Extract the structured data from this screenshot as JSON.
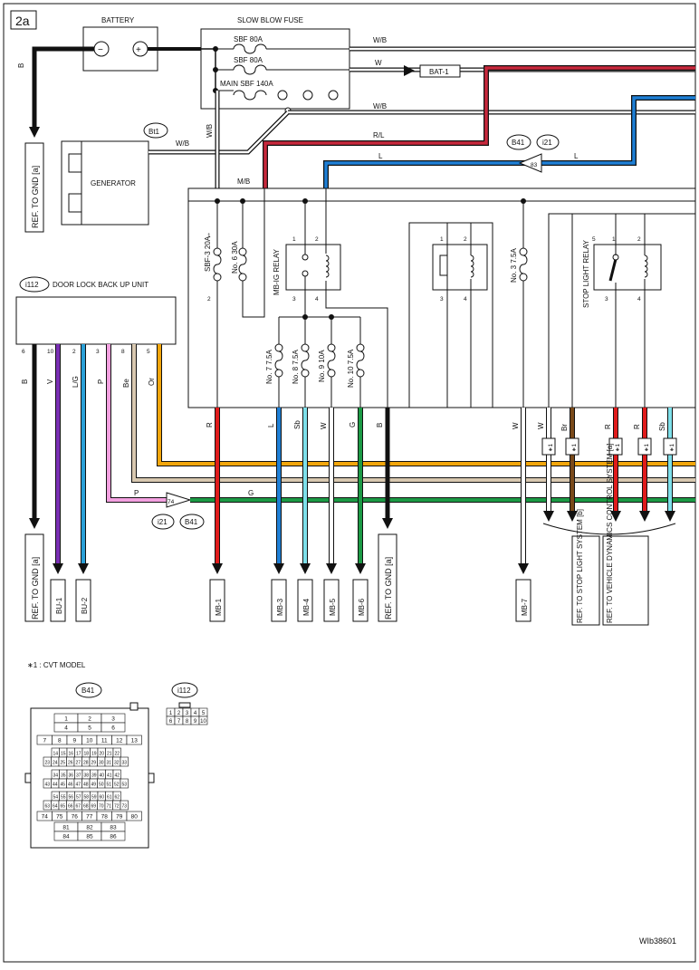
{
  "sheet": {
    "page_id": "2a",
    "drawing_no": "WIb38601",
    "note": "∗1  : CVT MODEL"
  },
  "colors": {
    "W": "#ffffff",
    "W/B": "#ffffff",
    "B": "#111111",
    "R": "#e01b1b",
    "R/L": "#c8283c",
    "L": "#1e7fd6",
    "M/B": "#7a1f1f",
    "V": "#7a2fb5",
    "L/G": "#2aa0d8",
    "P": "#f3a0e0",
    "Be": "#d8c8b0",
    "Or": "#f2a60c",
    "Sb": "#7ee0ea",
    "G": "#1c9a45",
    "Br": "#7a4a1a"
  },
  "components": {
    "battery": {
      "label": "BATTERY",
      "neg": "−",
      "pos": "+"
    },
    "slow_blow_fuse": {
      "label": "SLOW BLOW FUSE",
      "fuses": [
        "SBF  80A",
        "SBF  80A",
        "MAIN SBF  140A"
      ]
    },
    "generator": {
      "label": "GENERATOR"
    },
    "door_lock_unit": {
      "label": "DOOR LOCK BACK UP UNIT",
      "connector": "i112"
    },
    "relays": {
      "mb_ig": "MB-IG RELAY",
      "stop_light": "STOP LIGHT RELAY"
    },
    "fuses": [
      "SBF-3  20A",
      "No. 6  30A",
      "No. 7  7.5A",
      "No. 8  7.5A",
      "No. 9  10A",
      "No. 10  7.5A",
      "No. 3  7.5A"
    ]
  },
  "connectors": {
    "bt1": "Bt1",
    "b41": "B41",
    "i21": "i21",
    "i112": "i112",
    "pin83": "83",
    "pin74": "74",
    "bat1": "BAT-1"
  },
  "wires": {
    "wb": "W/B",
    "w": "W",
    "rl": "R/L",
    "l": "L",
    "mb": "M/B",
    "b": "B",
    "p": "P",
    "g": "G",
    "v": "V",
    "lg": "L/G",
    "be": "Be",
    "or": "Or",
    "r": "R",
    "sb": "Sb",
    "br": "Br"
  },
  "refs": {
    "gnd_a": "REF. TO GND [a]",
    "stop_light": "REF. TO STOP LIGHT SYSTEM [b]",
    "vdc": "REF. TO VEHICLE DYNAMICS CONTROL SYSTEM [a]"
  },
  "terminals": {
    "bu1": "BU-1",
    "bu2": "BU-2",
    "mb1": "MB-1",
    "mb3": "MB-3",
    "mb4": "MB-4",
    "mb5": "MB-5",
    "mb6": "MB-6",
    "mb7": "MB-7"
  },
  "pins": {
    "p1": "1",
    "p2": "2",
    "p3": "3",
    "p4": "4",
    "p5": "5",
    "p6": "6",
    "p8": "8",
    "p10": "10"
  },
  "mark": "∗1",
  "b41_layout": {
    "rows": [
      [
        "1",
        "2",
        "3"
      ],
      [
        "4",
        "5",
        "6"
      ],
      [
        "7",
        "8",
        "9",
        "10",
        "11",
        "12",
        "13"
      ],
      [
        "14",
        "15",
        "16",
        "17",
        "18",
        "19",
        "20",
        "21",
        "22"
      ],
      [
        "23",
        "24",
        "25",
        "26",
        "27",
        "28",
        "29",
        "30",
        "31",
        "32",
        "33"
      ],
      [
        "34",
        "35",
        "36",
        "37",
        "38",
        "39",
        "40",
        "41",
        "42"
      ],
      [
        "43",
        "44",
        "45",
        "46",
        "47",
        "48",
        "49",
        "50",
        "51",
        "52",
        "53"
      ],
      [
        "54",
        "55",
        "56",
        "57",
        "58",
        "59",
        "60",
        "61",
        "62"
      ],
      [
        "63",
        "64",
        "65",
        "66",
        "67",
        "68",
        "69",
        "70",
        "71",
        "72",
        "73"
      ],
      [
        "74",
        "75",
        "76",
        "77",
        "78",
        "79",
        "80"
      ],
      [
        "81",
        "82",
        "83"
      ],
      [
        "84",
        "85",
        "86"
      ]
    ]
  },
  "i112_layout": {
    "rows": [
      [
        "1",
        "2",
        "3",
        "4",
        "5"
      ],
      [
        "6",
        "7",
        "8",
        "9",
        "10"
      ]
    ]
  }
}
